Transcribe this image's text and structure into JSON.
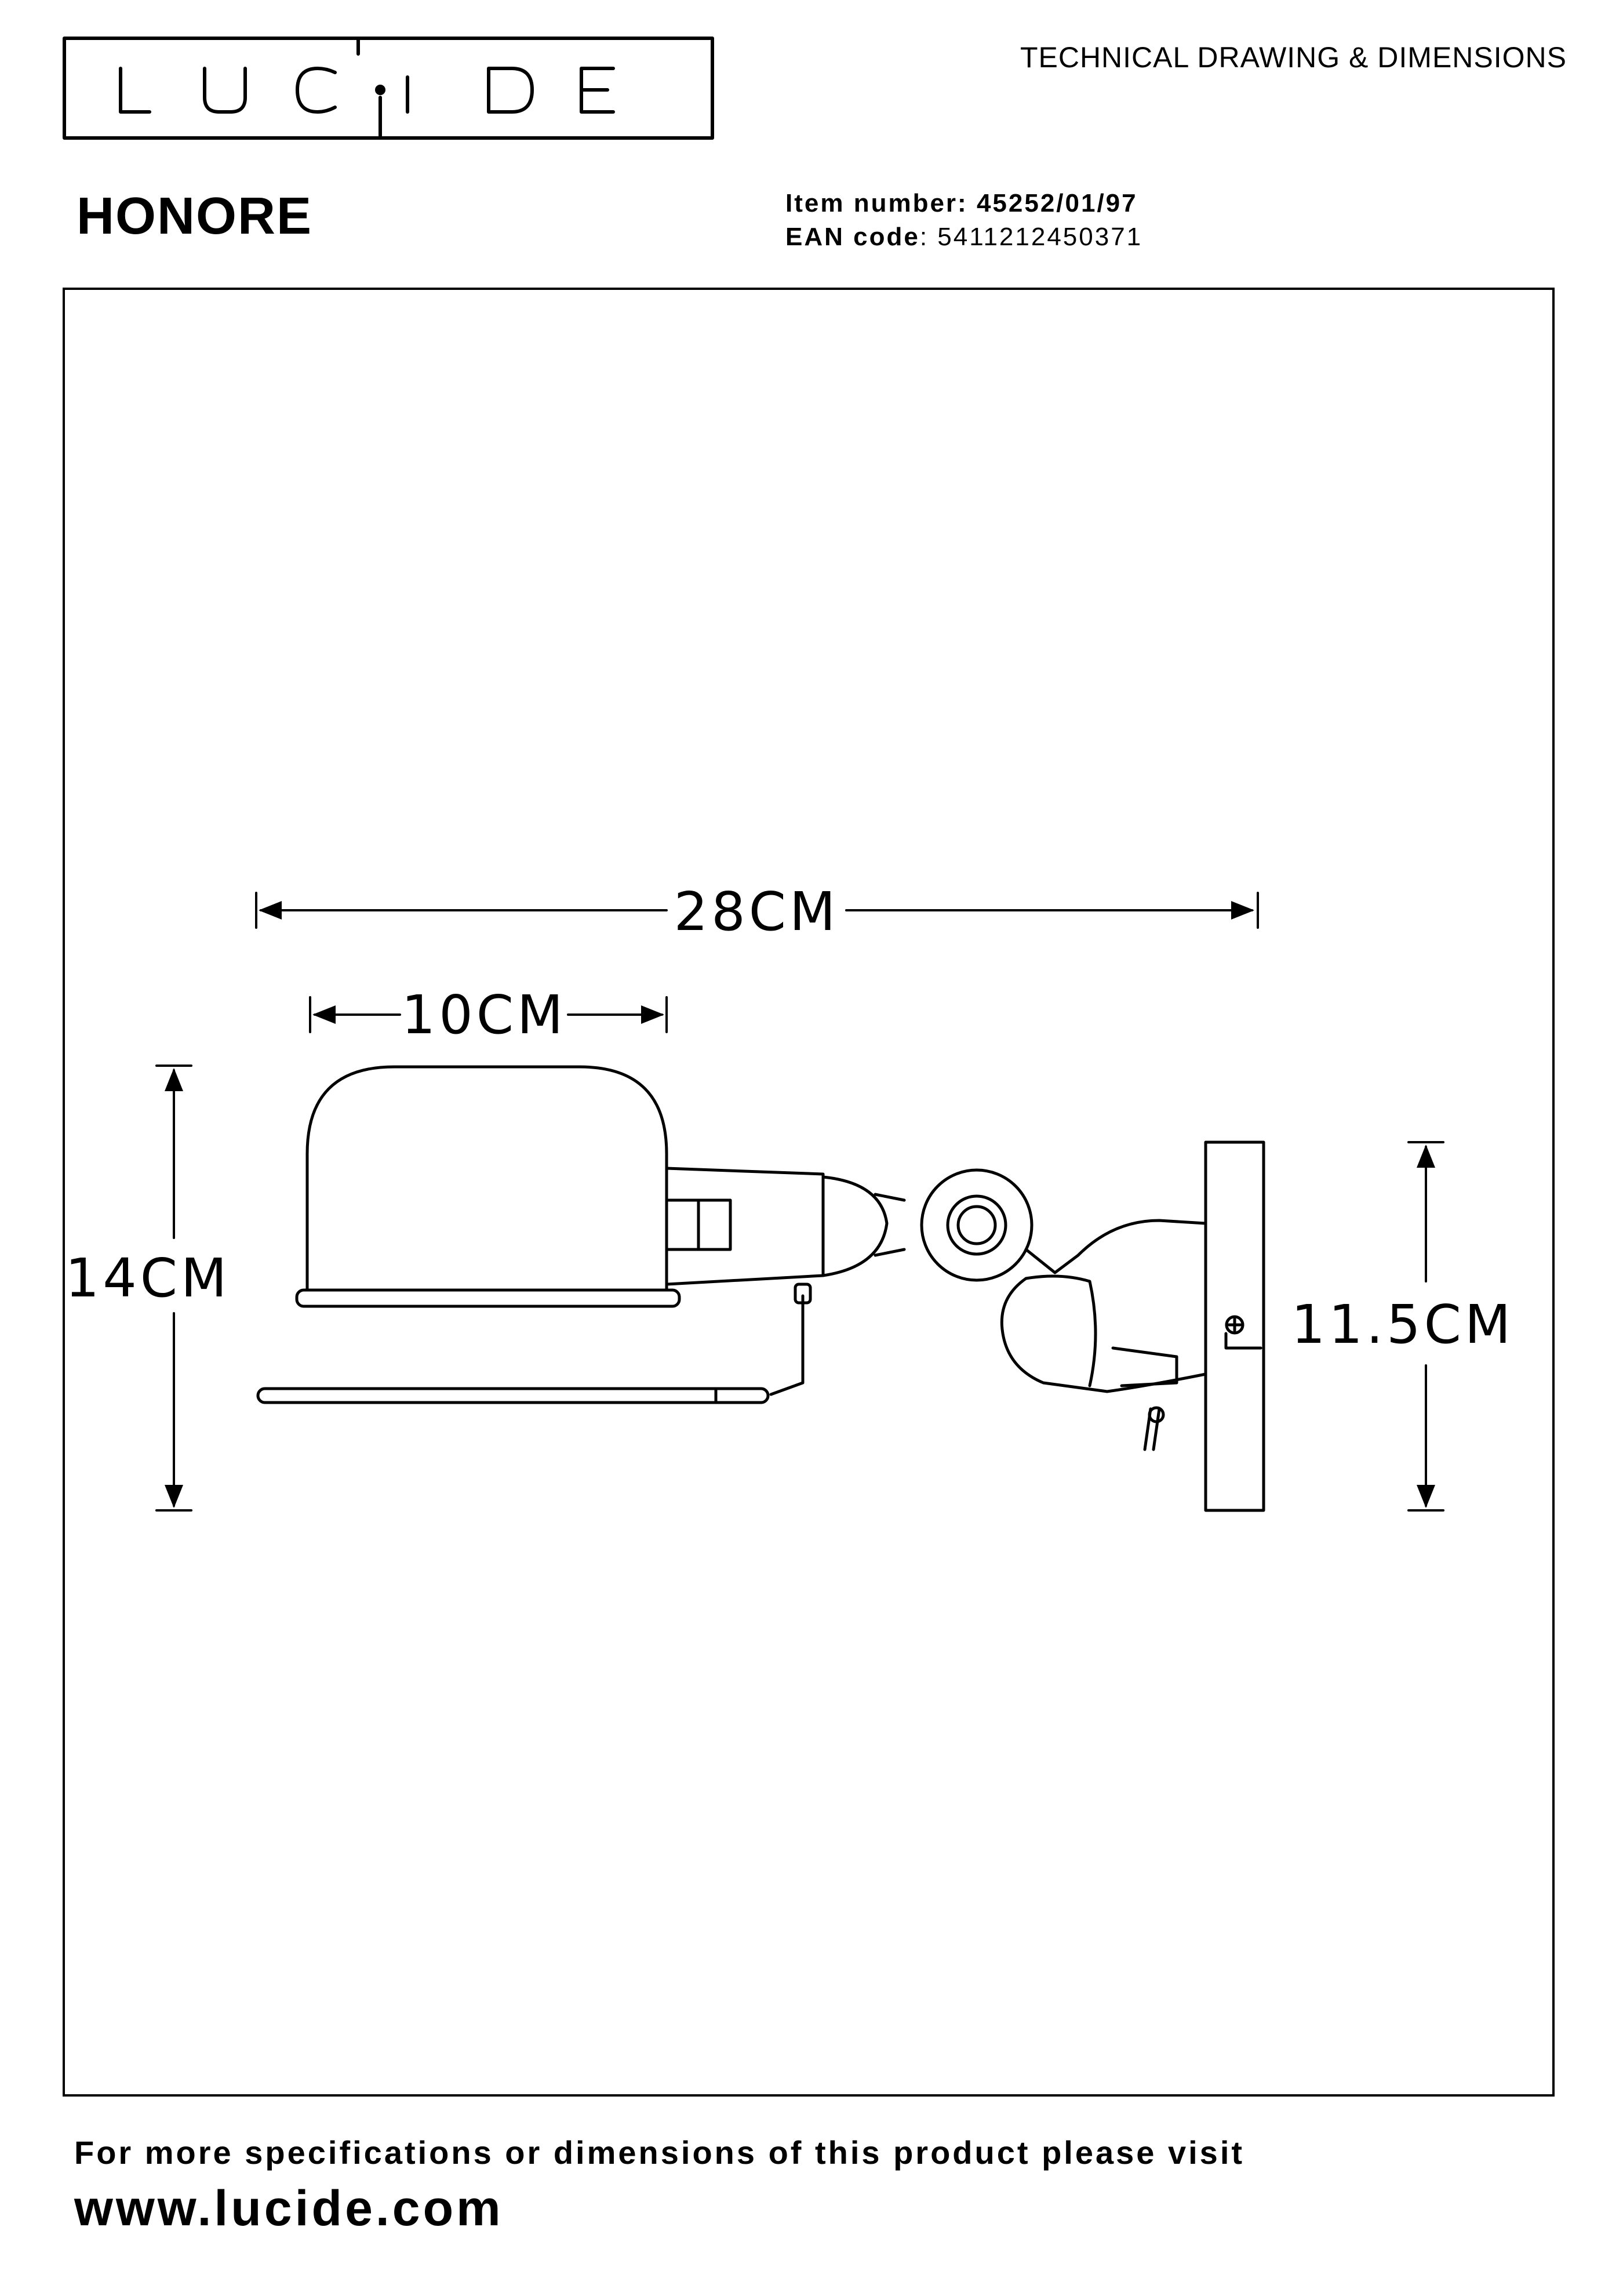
{
  "brand": {
    "logo_text": "LUCIDE"
  },
  "header": {
    "doc_type": "TECHNICAL DRAWING & DIMENSIONS",
    "product_name": "HONORE",
    "item_number_label": "Item number:",
    "item_number": "45252/01/97",
    "ean_label": "EAN code",
    "ean_separator": ":",
    "ean_code": "5411212450371"
  },
  "dimensions": {
    "total_length": "28CM",
    "shade_width": "10CM",
    "total_height": "14CM",
    "plate_height": "11.5CM"
  },
  "footer": {
    "text": "For more specifications or dimensions of this product please visit",
    "url": "www.lucide.com"
  }
}
